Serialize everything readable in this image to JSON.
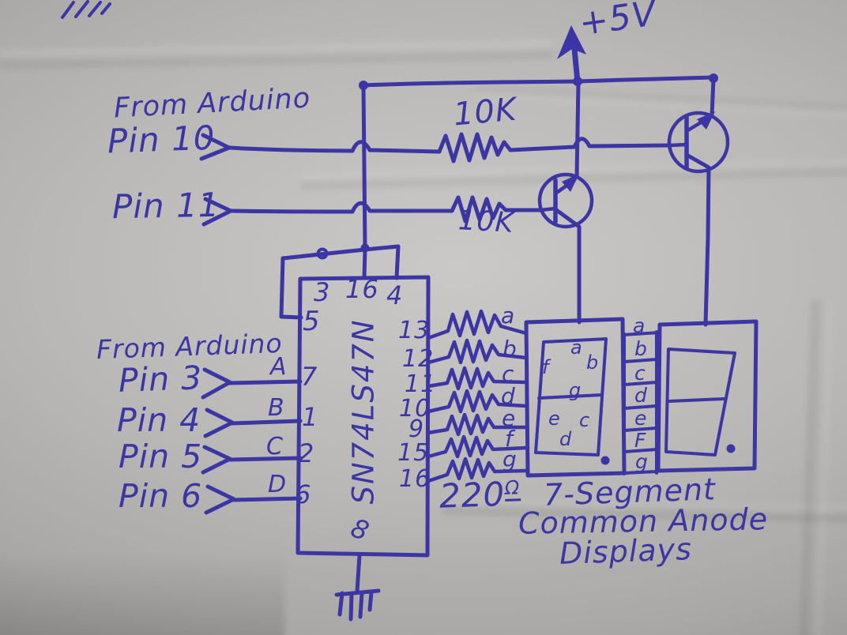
{
  "colors": {
    "ink": "#3b36a3",
    "paper": "#b5b3b1"
  },
  "power": {
    "label": "+5V"
  },
  "arduino_top": {
    "header": "From Arduino",
    "pin10": "Pin 10",
    "pin11": "Pin 11"
  },
  "pullups": {
    "r1": "10K",
    "r2": "10K"
  },
  "ic": {
    "name": "SN74LS47N",
    "pin_top_1": "3",
    "pin_top_2": "16",
    "pin_top_3": "4",
    "pin_left_enable": "5",
    "pin_gnd": "8",
    "inputs": [
      {
        "signal": "A",
        "arduino": "Pin 3",
        "ic_pin": "7"
      },
      {
        "signal": "B",
        "arduino": "Pin 4",
        "ic_pin": "1"
      },
      {
        "signal": "C",
        "arduino": "Pin 5",
        "ic_pin": "2"
      },
      {
        "signal": "D",
        "arduino": "Pin 6",
        "ic_pin": "6"
      }
    ],
    "outputs": [
      {
        "ic_pin": "13",
        "segment": "a"
      },
      {
        "ic_pin": "12",
        "segment": "b"
      },
      {
        "ic_pin": "11",
        "segment": "c"
      },
      {
        "ic_pin": "10",
        "segment": "d"
      },
      {
        "ic_pin": "9",
        "segment": "e"
      },
      {
        "ic_pin": "15",
        "segment": "f"
      },
      {
        "ic_pin": "16",
        "segment": "g"
      }
    ]
  },
  "arduino_bottom_header": "From Arduino",
  "segment_resistors": {
    "value": "220",
    "unit": "Ω"
  },
  "display1_segments": {
    "a": "a",
    "b": "b",
    "c": "c",
    "d": "d",
    "e": "e",
    "f": "f",
    "g": "g"
  },
  "bus_labels": [
    "a",
    "b",
    "c",
    "d",
    "e",
    "F",
    "g"
  ],
  "caption": [
    "7-Segment",
    "Common Anode",
    "Displays"
  ]
}
